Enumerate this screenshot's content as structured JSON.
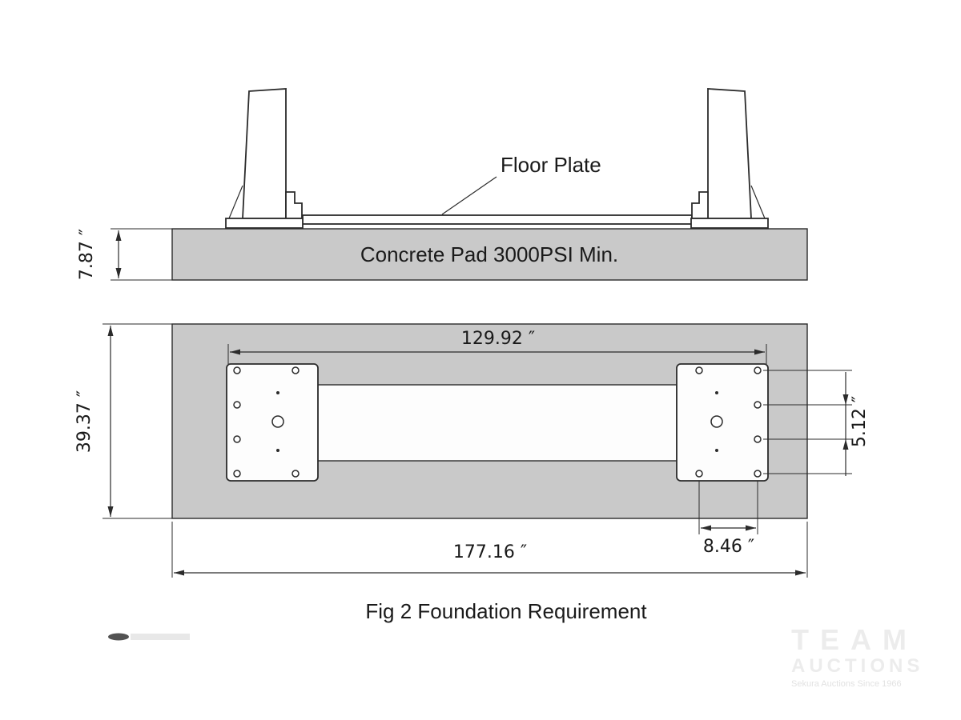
{
  "diagram": {
    "caption": "Fig 2 Foundation Requirement",
    "side_view": {
      "floor_plate_label": "Floor Plate",
      "concrete_pad_label": "Concrete Pad 3000PSI Min.",
      "dim_pad_thickness": "7.87 ″"
    },
    "top_view": {
      "dim_plate_span": "129.92 ″",
      "dim_pad_depth": "39.37 ″",
      "dim_bolt_row_spacing": "5.12 ″",
      "dim_bolt_col_spacing": "8.46 ″",
      "dim_pad_width": "177.16 ″"
    }
  },
  "watermark": {
    "line1": "TEAM",
    "line2": "AUCTIONS",
    "tagline": "Sekura Auctions Since 1966"
  },
  "colors": {
    "pad-fill": "#c9c9c9",
    "line": "#2b2b2b",
    "text": "#1a1a1a",
    "plate-fill": "#fdfdfd",
    "watermark": "#ececec"
  }
}
